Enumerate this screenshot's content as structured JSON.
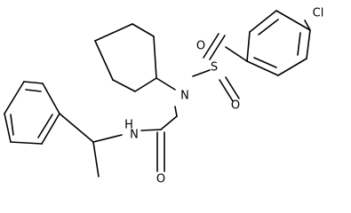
{
  "molecule": {
    "atoms": {
      "cl": "Cl",
      "s": "S",
      "o_top": "O",
      "o_bottom": "O",
      "n_sulfonamide": "N",
      "n_amide": "N",
      "h_amide": "H",
      "o_carbonyl": "O"
    }
  }
}
